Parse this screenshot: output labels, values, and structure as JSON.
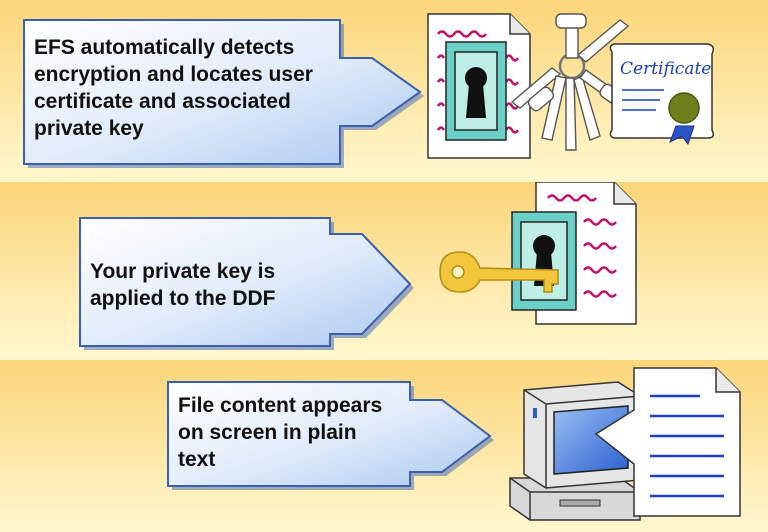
{
  "steps": [
    {
      "text": "EFS automatically detects\nencryption and locates user\ncertificate and associated\nprivate key"
    },
    {
      "text": "Your private key is\napplied to the DDF"
    },
    {
      "text": "File content appears\non screen in plain\ntext"
    }
  ],
  "certificate": {
    "script": "Certificate"
  },
  "colors": {
    "band_top": "#fbd579",
    "band_bottom": "#fff8cf",
    "box_fill_top": "#ffffff",
    "box_fill_bottom": "#a9c7f0",
    "box_border": "#3a5fb0",
    "squiggle": "#c0106a",
    "keyhole_frame": "#6ad0c8",
    "gold_key": "#f1c63a",
    "screen_blue": "#3a73d8",
    "doc_line": "#1a3fb8"
  },
  "icons": [
    "encrypted-document-icon",
    "keys-bundle-icon",
    "certificate-icon",
    "gold-key-icon",
    "computer-icon",
    "plaintext-document-icon"
  ]
}
